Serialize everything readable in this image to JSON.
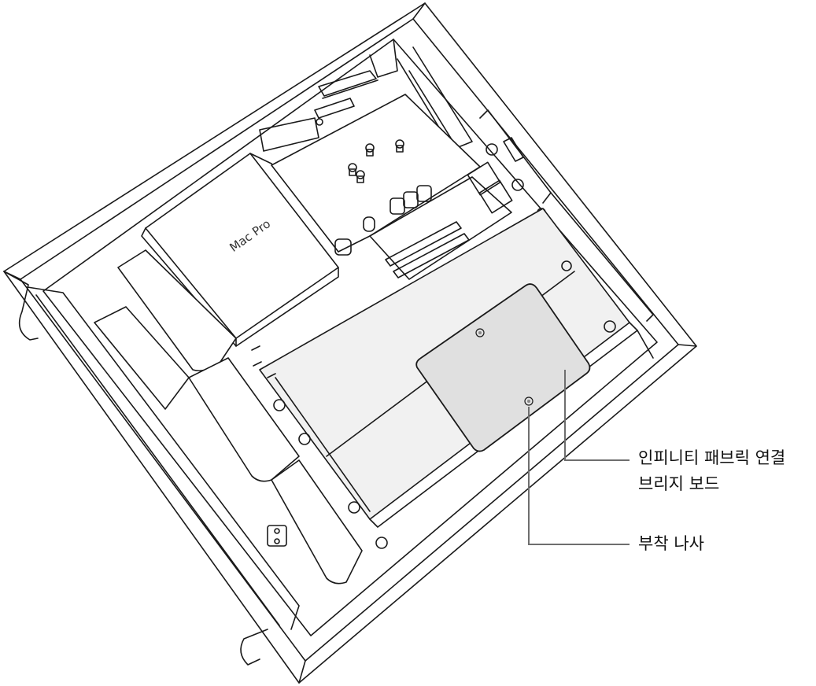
{
  "product_logo": {
    "icon": "apple-logo-icon",
    "text": "Mac Pro"
  },
  "callouts": {
    "bridge_board": {
      "line1": "인피니티 패브릭 연결",
      "line2": "브리지 보드"
    },
    "mounting_screw": {
      "label": "부착 나사"
    }
  },
  "colors": {
    "outline": "#1a1a1a",
    "board_fill": "#e0e0e0",
    "card_fill": "#f1f1f1",
    "leader_line": "#6e6e6e"
  }
}
